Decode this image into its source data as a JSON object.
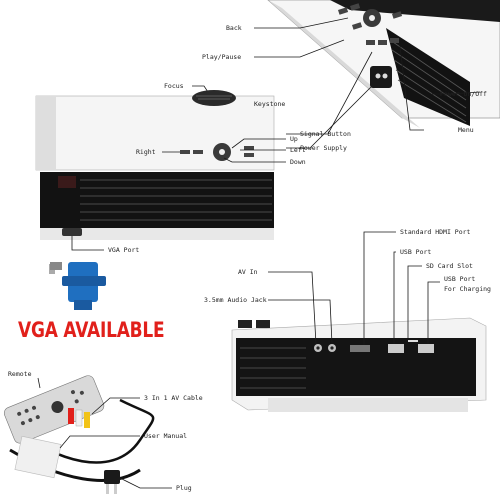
{
  "labels": {
    "back": "Back",
    "play_pause": "Play/Pause",
    "focus": "Focus",
    "keystone": "Keystone",
    "power_on_off": "Power On/Off",
    "menu": "Menu",
    "signal_button": "Signal Button",
    "power_supply": "Power Supply",
    "right": "Right",
    "up": "Up",
    "left": "Left",
    "down": "Down",
    "vga_port": "VGA Port",
    "standard_hdmi_port": "Standard HDMI Port",
    "usb_port": "USB Port",
    "sd_card_slot": "SD Card Slot",
    "usb_port_for_charging_1": "USB Port",
    "usb_port_for_charging_2": "For Charging",
    "av_in": "AV In",
    "audio_jack": "3.5mm Audio Jack",
    "remote": "Remote",
    "av_cable": "3 In 1 AV Cable",
    "user_manual": "User Manual",
    "plug": "Plug"
  },
  "banner": "VGA AVAILABLE",
  "colors": {
    "leader_line": "#1a1a1a",
    "banner_red": "#e1201b",
    "vga_blue": "#1f6fc0",
    "body_white": "#f4f4f4",
    "vent_black": "#121212"
  }
}
